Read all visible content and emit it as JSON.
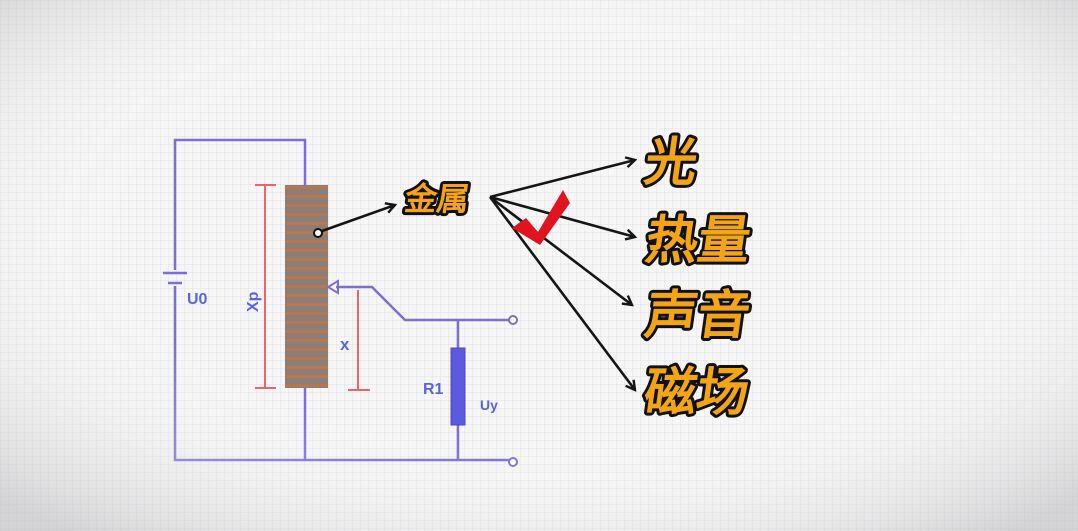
{
  "circuit": {
    "source_label": "U0",
    "total_length_label": "Xp",
    "position_label": "x",
    "resistor_label": "R1",
    "output_label": "Uy"
  },
  "source_node": {
    "label": "金属"
  },
  "targets": [
    {
      "label": "光"
    },
    {
      "label": "热量"
    },
    {
      "label": "声音"
    },
    {
      "label": "磁场"
    }
  ],
  "checkmark": {
    "icon": "checkmark-icon",
    "color": "#e0141e"
  },
  "colors": {
    "text_fill": "#f3a516",
    "wire": "#7b6fd4",
    "dimension": "#e8666a"
  }
}
